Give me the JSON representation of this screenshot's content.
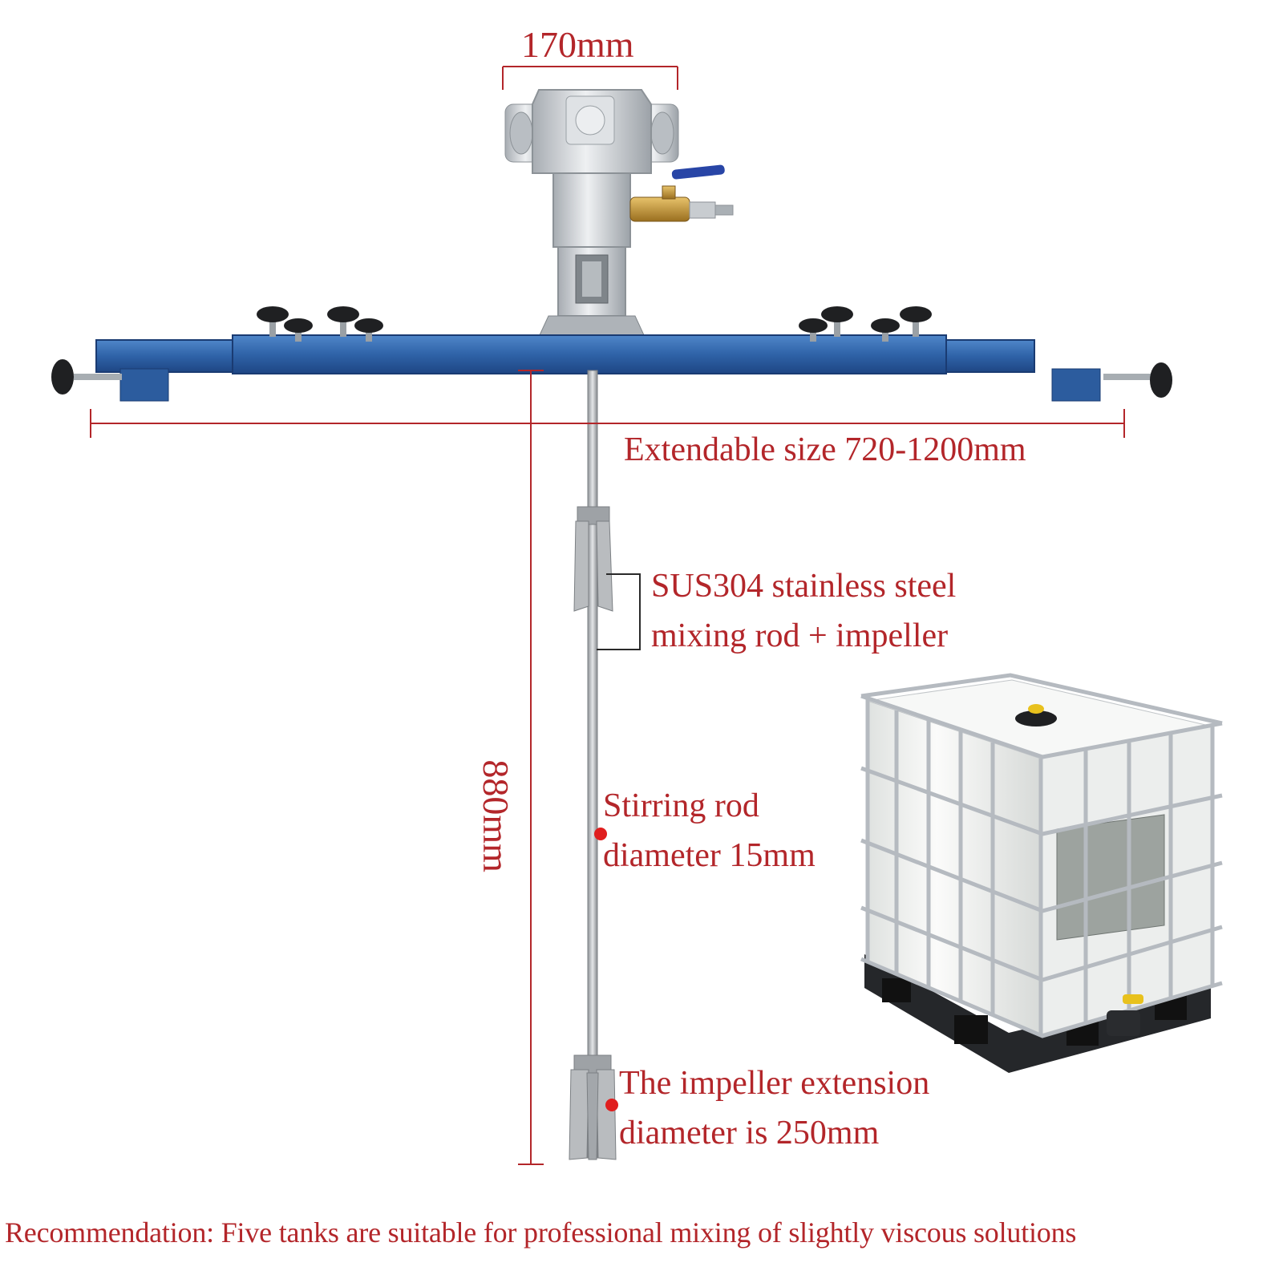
{
  "dimensions": {
    "top_width": "170mm",
    "extendable": "Extendable size 720-1200mm",
    "rod_length": "880mm"
  },
  "callouts": {
    "rod_material_line1": "SUS304 stainless steel",
    "rod_material_line2": "mixing rod + impeller",
    "rod_diameter_line1": "Stirring rod",
    "rod_diameter_line2": "diameter 15mm",
    "impeller_line1": "The impeller extension",
    "impeller_line2": "diameter is 250mm"
  },
  "recommendation": "Recommendation: Five tanks are suitable for professional mixing of slightly viscous solutions",
  "colors": {
    "annotation": "#b3262a",
    "beam": "#2f63a8",
    "motor": "#c9cdd2",
    "rod": "#a9acb0",
    "tank_body": "#f3f4f2",
    "cage": "#b7bcc2",
    "pallet": "#1f2124"
  }
}
